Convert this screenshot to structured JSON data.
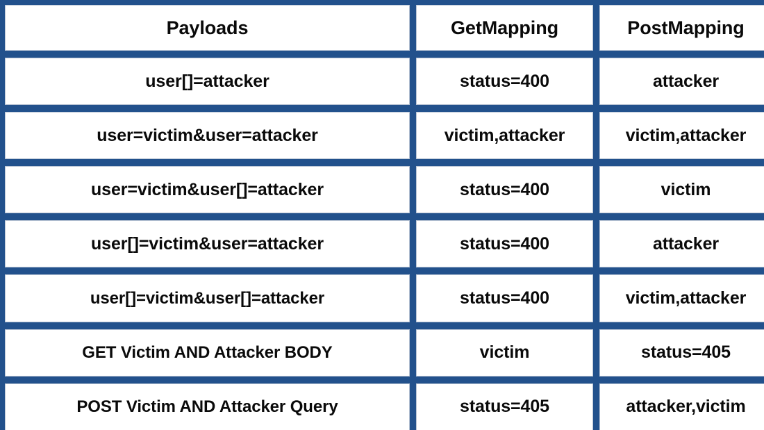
{
  "table": {
    "name": "http-parameter-pollution-results",
    "border_color": "#22518C",
    "cell_background": "#ffffff",
    "text_color": "#0a0a0a",
    "columns": [
      "Payloads",
      "GetMapping",
      "PostMapping"
    ],
    "rows": [
      {
        "payload": "user[]=attacker",
        "get_mapping": "status=400",
        "post_mapping": "attacker"
      },
      {
        "payload": "user=victim&user=attacker",
        "get_mapping": "victim,attacker",
        "post_mapping": "victim,attacker"
      },
      {
        "payload": "user=victim&user[]=attacker",
        "get_mapping": "status=400",
        "post_mapping": "victim"
      },
      {
        "payload": "user[]=victim&user=attacker",
        "get_mapping": "status=400",
        "post_mapping": "attacker"
      },
      {
        "payload": "user[]=victim&user[]=attacker",
        "get_mapping": "status=400",
        "post_mapping": "victim,attacker"
      },
      {
        "payload": "GET Victim AND Attacker BODY",
        "get_mapping": "victim",
        "post_mapping": "status=405"
      },
      {
        "payload": "POST Victim AND Attacker Query",
        "get_mapping": "status=405",
        "post_mapping": "attacker,victim"
      }
    ]
  }
}
